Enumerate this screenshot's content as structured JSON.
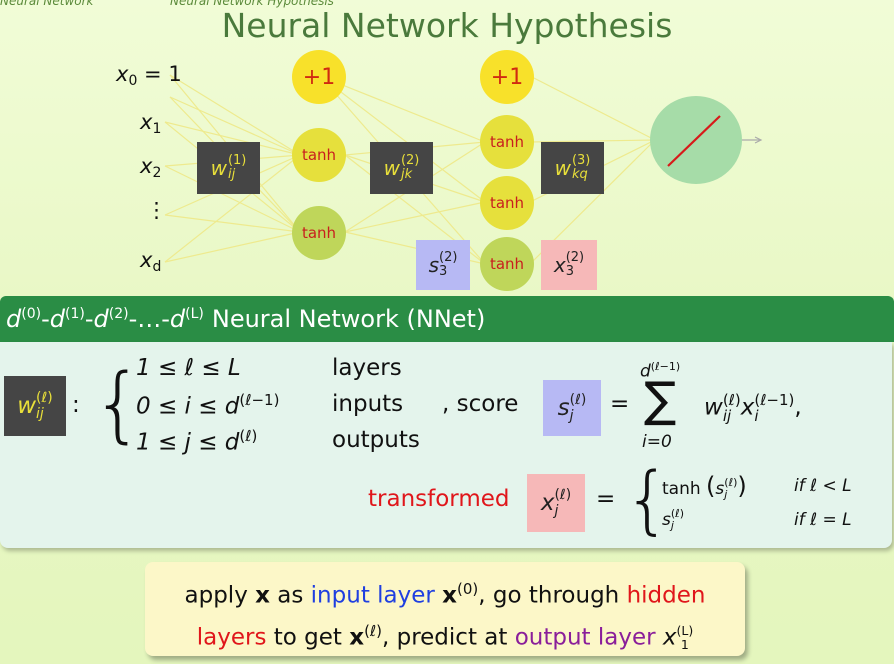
{
  "breadcrumb": {
    "left": "Neural Network",
    "right": "Neural Network Hypothesis"
  },
  "title": "Neural Network Hypothesis",
  "diagram": {
    "inputs": {
      "x0": "x",
      "x0_sub": "0",
      "x0_value": "= 1",
      "x1": "x",
      "x1_sub": "1",
      "x2": "x",
      "x2_sub": "2",
      "dots": "⋮",
      "xd": "x",
      "xd_sub": "d"
    },
    "bias_label": "+1",
    "activation_label": "tanh",
    "weights": {
      "w1": {
        "base": "w",
        "sup": "(1)",
        "sub": "ij"
      },
      "w2": {
        "base": "w",
        "sup": "(2)",
        "sub": "jk"
      },
      "w3": {
        "base": "w",
        "sup": "(3)",
        "sub": "kq"
      }
    },
    "score_box": {
      "base": "s",
      "sub": "3",
      "sup": "(2)"
    },
    "transform_box": {
      "base": "x",
      "sub": "3",
      "sup": "(2)"
    },
    "colors": {
      "bias": "#f8e12a",
      "hidden_yellow": "#e6e03c",
      "hidden_green": "#bfd65a",
      "output": "#a6dca8",
      "weight_box": "#454545",
      "score_box": "#b7b9f4",
      "transform_box": "#f6b8b8",
      "output_line": "#d71a1a"
    }
  },
  "section_bar": {
    "d": "d",
    "sup0": "(0)",
    "sup1": "(1)",
    "sup2": "(2)",
    "dots": "-…-",
    "supL": "(L)",
    "rest": "Neural Network (NNet)",
    "color": "#2a8d45"
  },
  "definition": {
    "weight": {
      "base": "w",
      "sub": "ij",
      "sup": "(ℓ)"
    },
    "colon": ":",
    "brace": "{",
    "rows": [
      {
        "cond": "1 ≤ ℓ ≤ L",
        "label": "layers"
      },
      {
        "cond": "0 ≤ i ≤ d",
        "cond_sup": "(ℓ−1)",
        "label": "inputs"
      },
      {
        "cond": "1 ≤ j ≤ d",
        "cond_sup": "(ℓ)",
        "label": "outputs"
      }
    ],
    "score_text": ", score",
    "score": {
      "base": "s",
      "sub": "j",
      "sup": "(ℓ)"
    },
    "equals": "=",
    "sum_top": "d",
    "sum_top_sup": "(ℓ−1)",
    "sum_symbol": "∑",
    "sum_bottom": "i=0",
    "sum_term": {
      "w": "w",
      "w_sub": "ij",
      "w_sup": "(ℓ)",
      "x": "x",
      "x_sub": "i",
      "x_sup": "(ℓ−1)"
    },
    "trailing_comma": ",",
    "transformed_label": "transformed",
    "transformed": {
      "base": "x",
      "sub": "j",
      "sup": "(ℓ)"
    },
    "cases": [
      {
        "expr_fn": "tanh",
        "expr_base": "s",
        "expr_sub": "j",
        "expr_sup": "(ℓ)",
        "cond": "if ℓ < L"
      },
      {
        "expr_base": "s",
        "expr_sub": "j",
        "expr_sup": "(ℓ)",
        "cond": "if ℓ = L"
      }
    ]
  },
  "callout": {
    "t1": "apply ",
    "x": "x",
    "t2": " as ",
    "input_layer": "input layer",
    "t3": " ",
    "x0": "x",
    "x0_sup": "(0)",
    "t4": ", go through ",
    "hidden": "hidden",
    "layers": "layers",
    "t5": " to get ",
    "xl": "x",
    "xl_sup": "(ℓ)",
    "t6": ", predict at ",
    "output_layer": "output layer",
    "t7": " ",
    "x1": "x",
    "x1_sub": "1",
    "x1_sup": "(L)"
  }
}
